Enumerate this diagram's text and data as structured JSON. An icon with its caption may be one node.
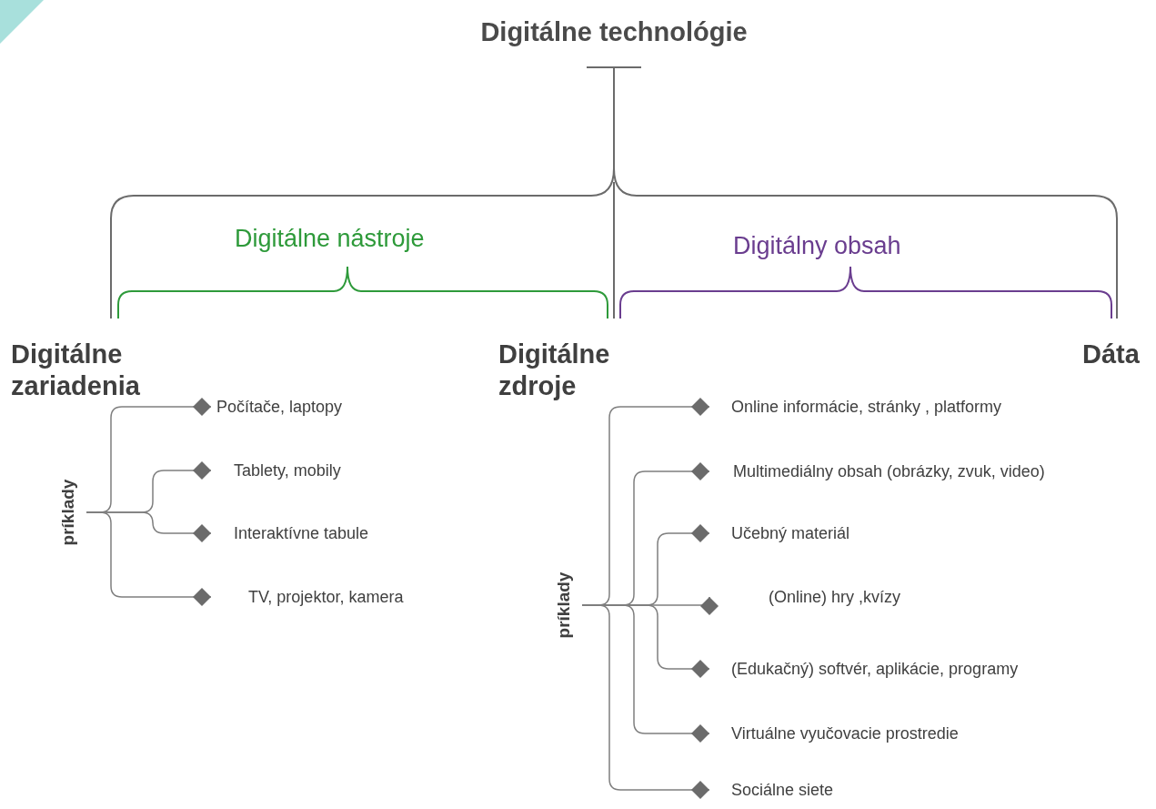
{
  "diagram": {
    "title": "Digitálne technológie",
    "nodes": [
      {
        "text": [
          "príklady"
        ]
      },
      {
        "text": [
          "Počítače, laptopy"
        ]
      },
      {
        "text": [
          "Tablety, mobily"
        ]
      },
      {
        "text": [
          "Interaktívne tabule"
        ]
      },
      {
        "text": [
          "TV, projektor, kamera"
        ]
      },
      {
        "text": [
          "príklady"
        ]
      },
      {
        "text": [
          "Online informácie, stránky , platformy"
        ]
      },
      {
        "text": [
          "Multimediálny obsah (obrázky, zvuk, video)"
        ]
      },
      {
        "text": [
          "Učebný materiál"
        ]
      },
      {
        "text": [
          "(Online) hry ,kvízy"
        ]
      },
      {
        "text": [
          "(Edukačný) softvér, aplikácie, programy"
        ]
      },
      {
        "text": [
          "Virtuálne vyučovacie prostredie"
        ]
      },
      {
        "text": [
          "Sociálne siete"
        ]
      }
    ],
    "edges": [
      {
        "from": 0,
        "to": 1,
        "arrow": "other"
      },
      {
        "from": 0,
        "to": 2,
        "arrow": "other"
      },
      {
        "from": 0,
        "to": 3,
        "arrow": "other"
      },
      {
        "from": 0,
        "to": 4,
        "arrow": "other"
      },
      {
        "from": 5,
        "to": 6,
        "arrow": "other"
      },
      {
        "from": 5,
        "to": 7,
        "arrow": "other"
      },
      {
        "from": 5,
        "to": 8,
        "arrow": "other"
      },
      {
        "from": 5,
        "to": 9,
        "arrow": "other"
      },
      {
        "from": 5,
        "to": 10,
        "arrow": "other"
      },
      {
        "from": 5,
        "to": 11,
        "arrow": "other"
      },
      {
        "from": 5,
        "to": 12,
        "arrow": "other"
      }
    ],
    "labels": [
      "Digitálne nástroje",
      "Digitálny obsah",
      "Digitálne zariadenia",
      "Digitálne zdroje",
      "Dáta"
    ]
  }
}
